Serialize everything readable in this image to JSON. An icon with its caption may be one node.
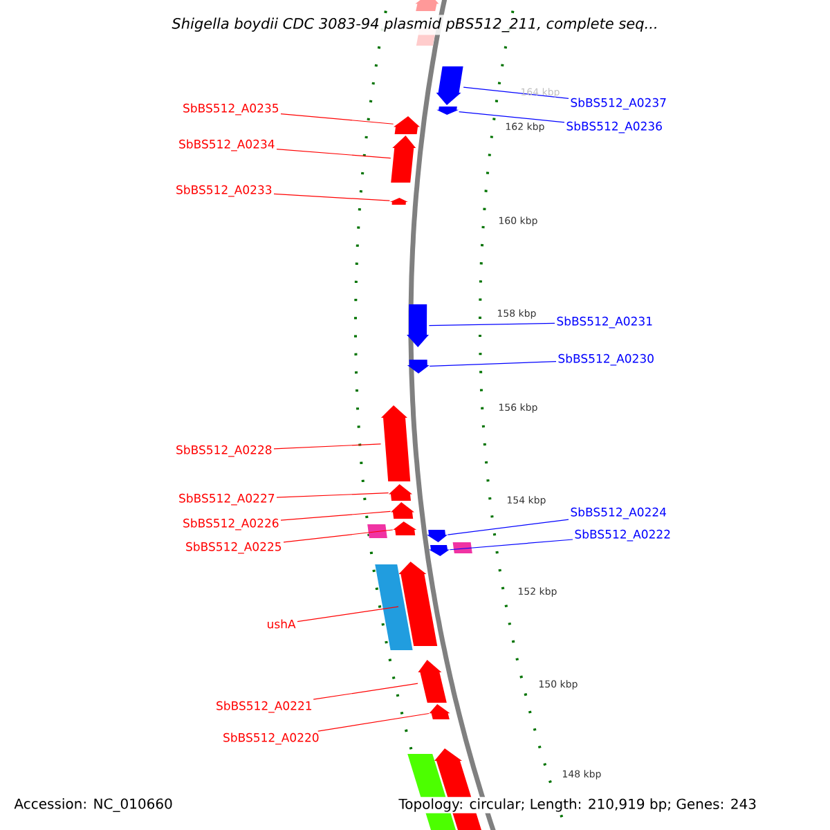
{
  "diagram": {
    "title": "Shigella boydii CDC 3083-94 plasmid pBS512_211, complete seq...",
    "nodes": [
      {
        "text": [
          "SbBS512_A0235"
        ]
      },
      {
        "text": [
          "SbBS512_A0234"
        ]
      },
      {
        "text": [
          "SbBS512_A0233"
        ]
      },
      {
        "text": [
          "SbBS512_A0228"
        ]
      },
      {
        "text": [
          "SbBS512_A0227"
        ]
      },
      {
        "text": [
          "SbBS512_A0226"
        ]
      },
      {
        "text": [
          "SbBS512_A0225"
        ]
      },
      {
        "text": [
          "ushA"
        ]
      },
      {
        "text": [
          "SbBS512_A0221"
        ]
      },
      {
        "text": [
          "SbBS512_A0220"
        ]
      },
      {
        "text": [
          "SbBS512_A0237"
        ]
      },
      {
        "text": [
          "SbBS512_A0236"
        ]
      },
      {
        "text": [
          "SbBS512_A0231"
        ]
      },
      {
        "text": [
          "SbBS512_A0230"
        ]
      },
      {
        "text": [
          "SbBS512_A0224"
        ]
      },
      {
        "text": [
          "SbBS512_A0222"
        ]
      },
      {
        "text": [],
        "shape": "pentagon"
      },
      {
        "text": [],
        "shape": "box"
      },
      {
        "text": [],
        "shape": "pentagon"
      },
      {
        "text": [],
        "shape": "pentagon"
      },
      {
        "text": [],
        "shape": "pentagon"
      },
      {
        "text": [],
        "shape": "pentagon"
      },
      {
        "text": [],
        "shape": "pentagon"
      },
      {
        "text": [],
        "shape": "pentagon"
      },
      {
        "text": [],
        "shape": "pentagon"
      },
      {
        "text": [],
        "shape": "pentagon"
      },
      {
        "text": [],
        "shape": "pentagon"
      },
      {
        "text": [],
        "shape": "pentagon"
      },
      {
        "text": [],
        "shape": "pentagon"
      },
      {
        "text": [],
        "shape": "box"
      },
      {
        "text": [],
        "shape": "pentagon"
      },
      {
        "text": [],
        "shape": "box"
      },
      {
        "text": [],
        "shape": "pentagon"
      },
      {
        "text": [],
        "shape": "pentagon"
      },
      {
        "text": [],
        "shape": "box"
      },
      {
        "text": [],
        "shape": "pentagon"
      },
      {
        "text": [],
        "shape": "pentagon"
      },
      {
        "text": [],
        "shape": "pentagon"
      },
      {
        "text": [],
        "shape": "box"
      }
    ],
    "edges": [
      {
        "from": 0,
        "to": 20,
        "arrow": "none"
      },
      {
        "from": 1,
        "to": 21,
        "arrow": "none"
      },
      {
        "from": 2,
        "to": 22,
        "arrow": "none"
      },
      {
        "from": 3,
        "to": 25,
        "arrow": "none"
      },
      {
        "from": 4,
        "to": 26,
        "arrow": "none"
      },
      {
        "from": 5,
        "to": 27,
        "arrow": "none"
      },
      {
        "from": 6,
        "to": 28,
        "arrow": "none"
      },
      {
        "from": 7,
        "to": 33,
        "arrow": "none"
      },
      {
        "from": 8,
        "to": 35,
        "arrow": "none"
      },
      {
        "from": 9,
        "to": 36,
        "arrow": "none"
      },
      {
        "from": 10,
        "to": 18,
        "arrow": "none",
        "color": "#0000ff"
      },
      {
        "from": 11,
        "to": 19,
        "arrow": "none",
        "color": "#0000ff"
      },
      {
        "from": 12,
        "to": 23,
        "arrow": "none",
        "color": "#0000ff"
      },
      {
        "from": 13,
        "to": 24,
        "arrow": "none",
        "color": "#0000ff"
      },
      {
        "from": 14,
        "to": 30,
        "arrow": "none",
        "color": "#0000ff"
      },
      {
        "from": 15,
        "to": 32,
        "arrow": "none",
        "color": "#0000ff"
      }
    ],
    "labels": [
      "164 kbp",
      "162 kbp",
      "160 kbp",
      "158 kbp",
      "156 kbp",
      "154 kbp",
      "152 kbp",
      "150 kbp",
      "148 kbp",
      "Accession: NC_010660",
      "Topology: circular; Length: 210,919 bp; Genes: 243"
    ]
  }
}
